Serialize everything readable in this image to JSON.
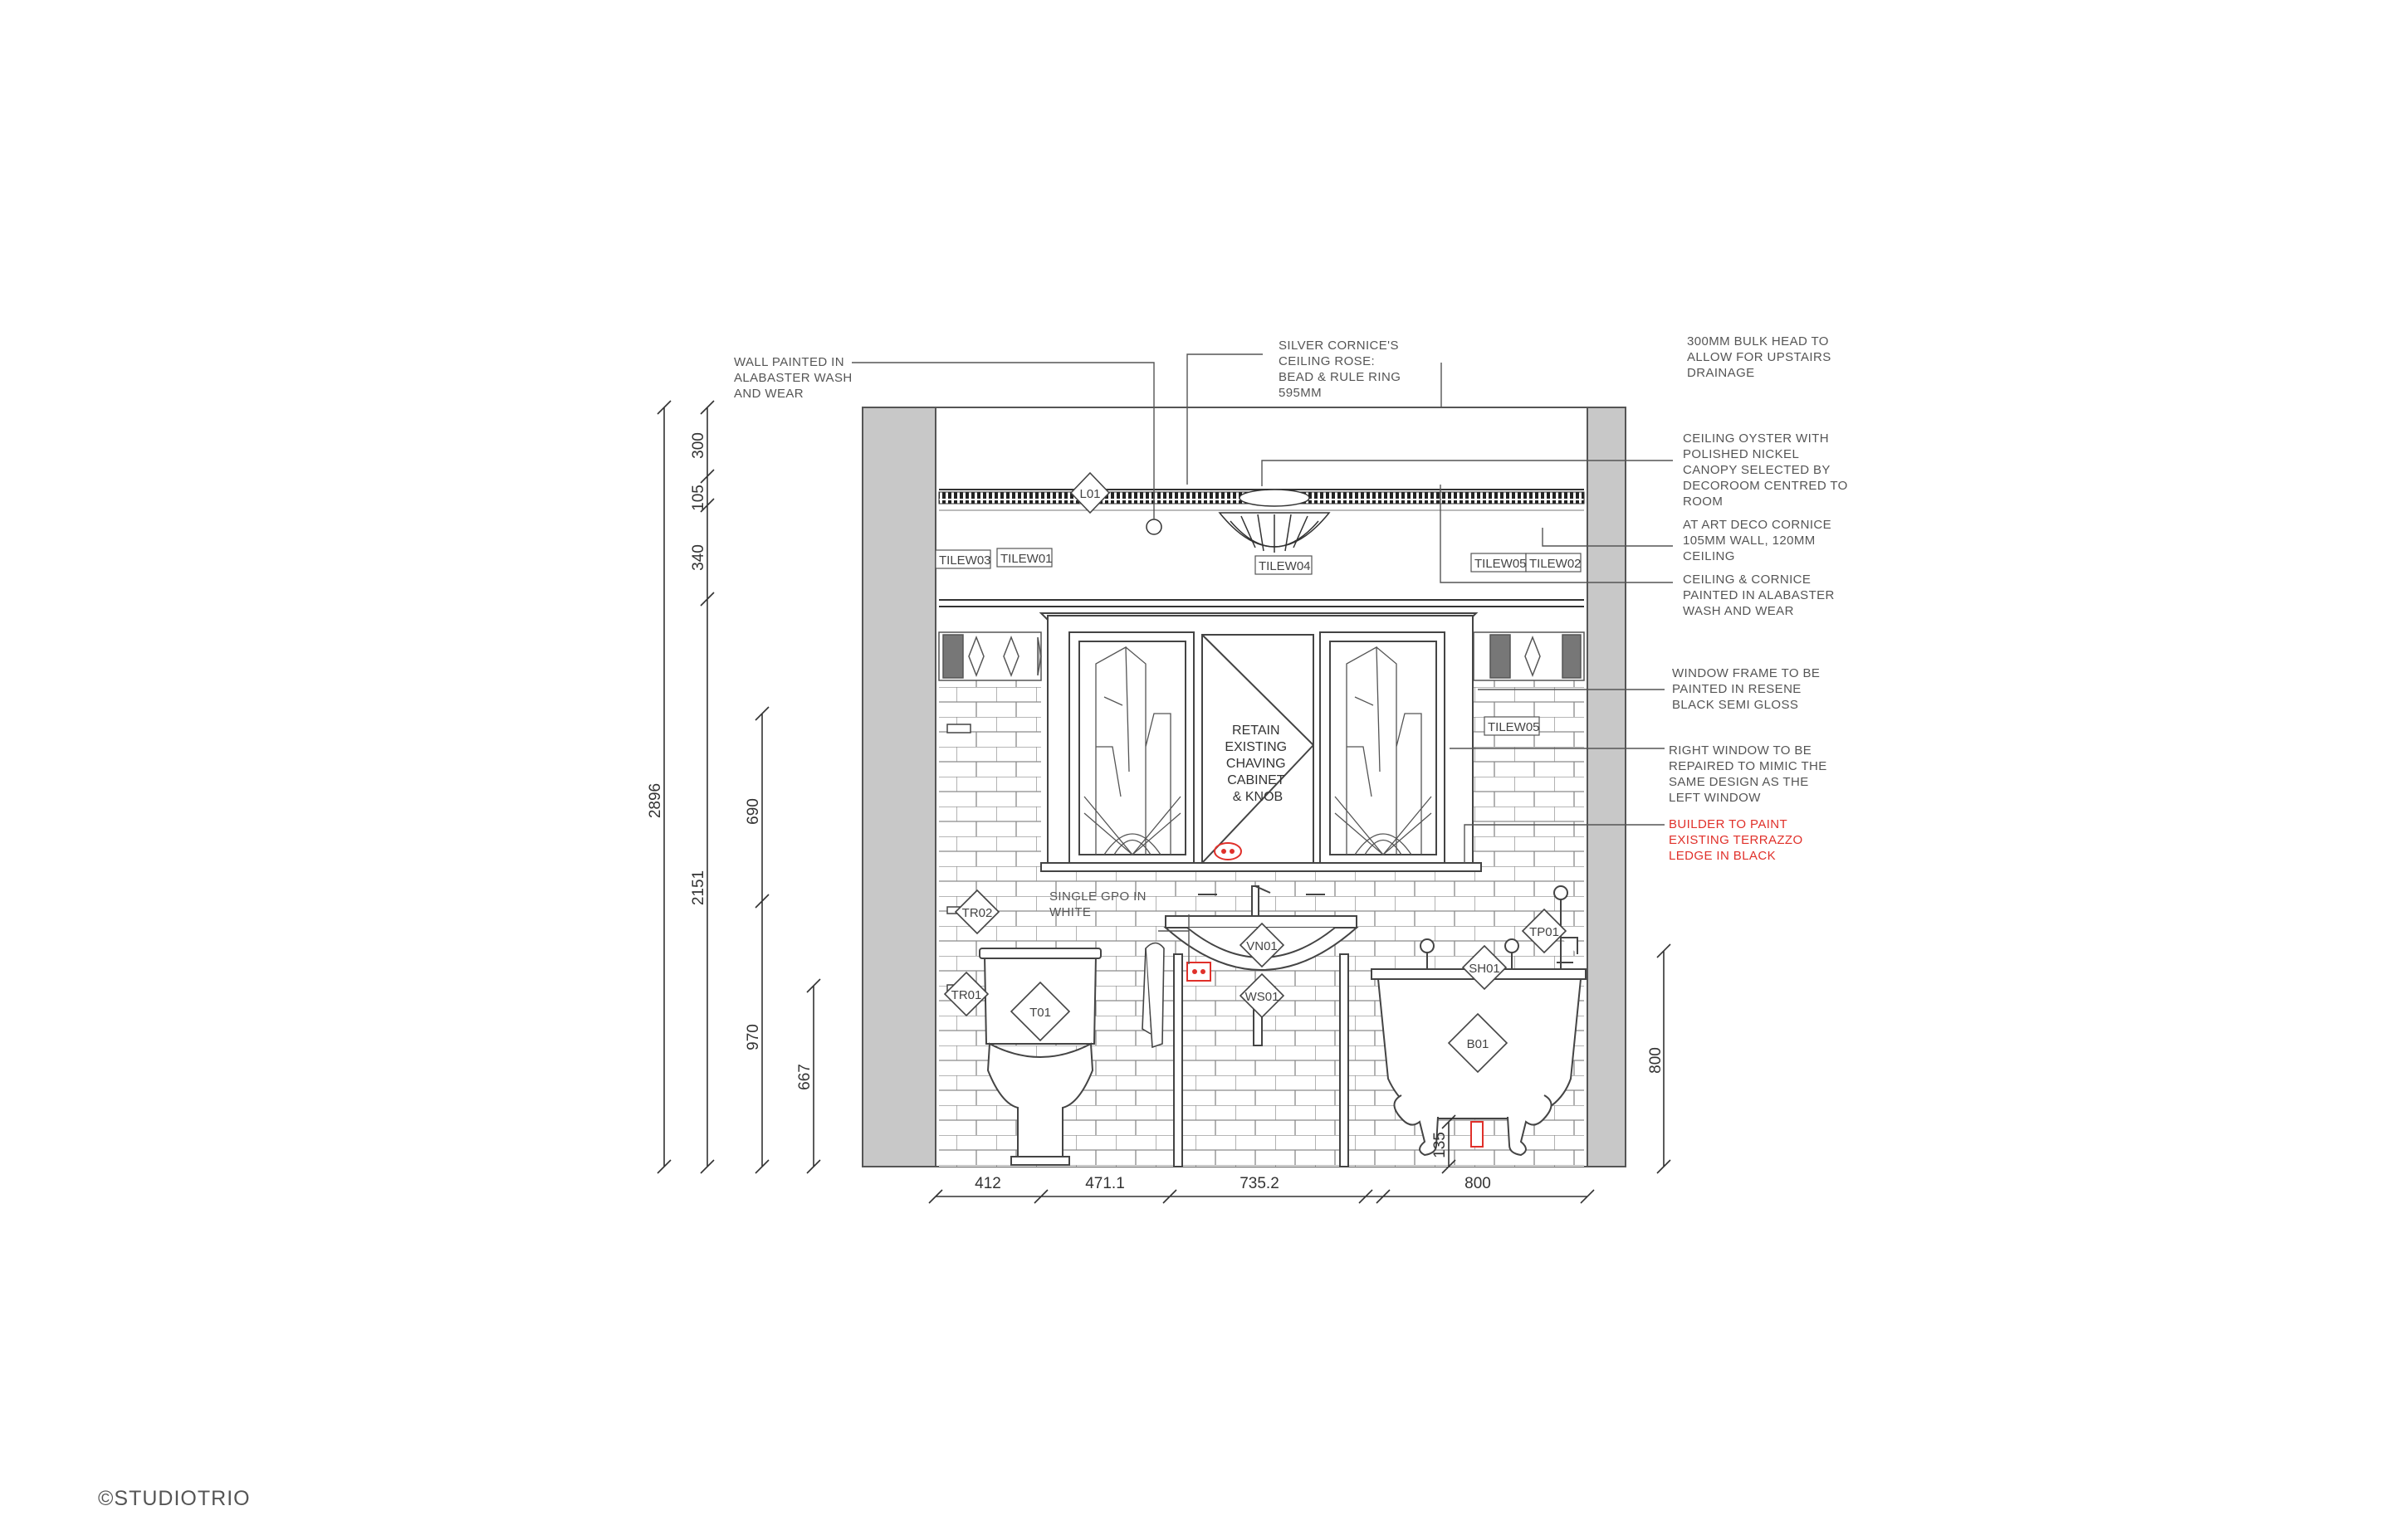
{
  "notes": {
    "wall_paint": [
      "WALL PAINTED IN",
      "ALABASTER WASH",
      "AND WEAR"
    ],
    "cornice_rose": [
      "SILVER CORNICE'S",
      "CEILING ROSE:",
      "BEAD & RULE RING",
      "595MM"
    ],
    "bulkhead": [
      "300MM BULK HEAD TO",
      "ALLOW FOR UPSTAIRS",
      "DRAINAGE"
    ],
    "oyster": [
      "CEILING OYSTER WITH",
      "POLISHED NICKEL",
      "CANOPY SELECTED BY",
      "DECOROOM CENTRED TO",
      "ROOM"
    ],
    "art_deco": [
      "AT ART DECO CORNICE",
      "105MM WALL, 120MM",
      "CEILING"
    ],
    "ceiling_paint": [
      "CEILING & CORNICE",
      "PAINTED IN ALABASTER",
      "WASH AND WEAR"
    ],
    "window_frame": [
      "WINDOW FRAME TO BE",
      "PAINTED IN RESENE",
      "BLACK SEMI GLOSS"
    ],
    "right_window": [
      "RIGHT WINDOW TO BE",
      "REPAIRED TO MIMIC THE",
      "SAME DESIGN AS THE",
      "LEFT WINDOW"
    ],
    "builder": [
      "BUILDER TO PAINT",
      "EXISTING TERRAZZO",
      "LEDGE IN BLACK"
    ],
    "gpo": [
      "SINGLE GPO IN",
      "WHITE"
    ],
    "cabinet": [
      "RETAIN",
      "EXISTING",
      "CHAVING",
      "CABINET",
      "& KNOB"
    ]
  },
  "colors": {
    "red_note": "#e0302a",
    "wall": "#c8c8c8",
    "line": "#555555"
  },
  "tags": {
    "tilew03": "TILEW03",
    "tilew01": "TILEW01",
    "tilew04": "TILEW04",
    "tilew05_top": "TILEW05",
    "tilew02": "TILEW02",
    "tilew05_mid": "TILEW05",
    "tr02": "TR02",
    "tr01": "TR01",
    "t01": "T01",
    "vn01": "VN01",
    "ws01": "WS01",
    "sh01": "SH01",
    "tp01": "TP01",
    "b01": "B01",
    "l01": "L01"
  },
  "dimensions": {
    "vertical": [
      "2896",
      "300",
      "105",
      "340",
      "2151",
      "690",
      "970",
      "667",
      "800",
      "135"
    ],
    "horizontal": [
      "412",
      "471.1",
      "735.2",
      "800"
    ]
  },
  "copyright": "©STUDIOTRIO"
}
